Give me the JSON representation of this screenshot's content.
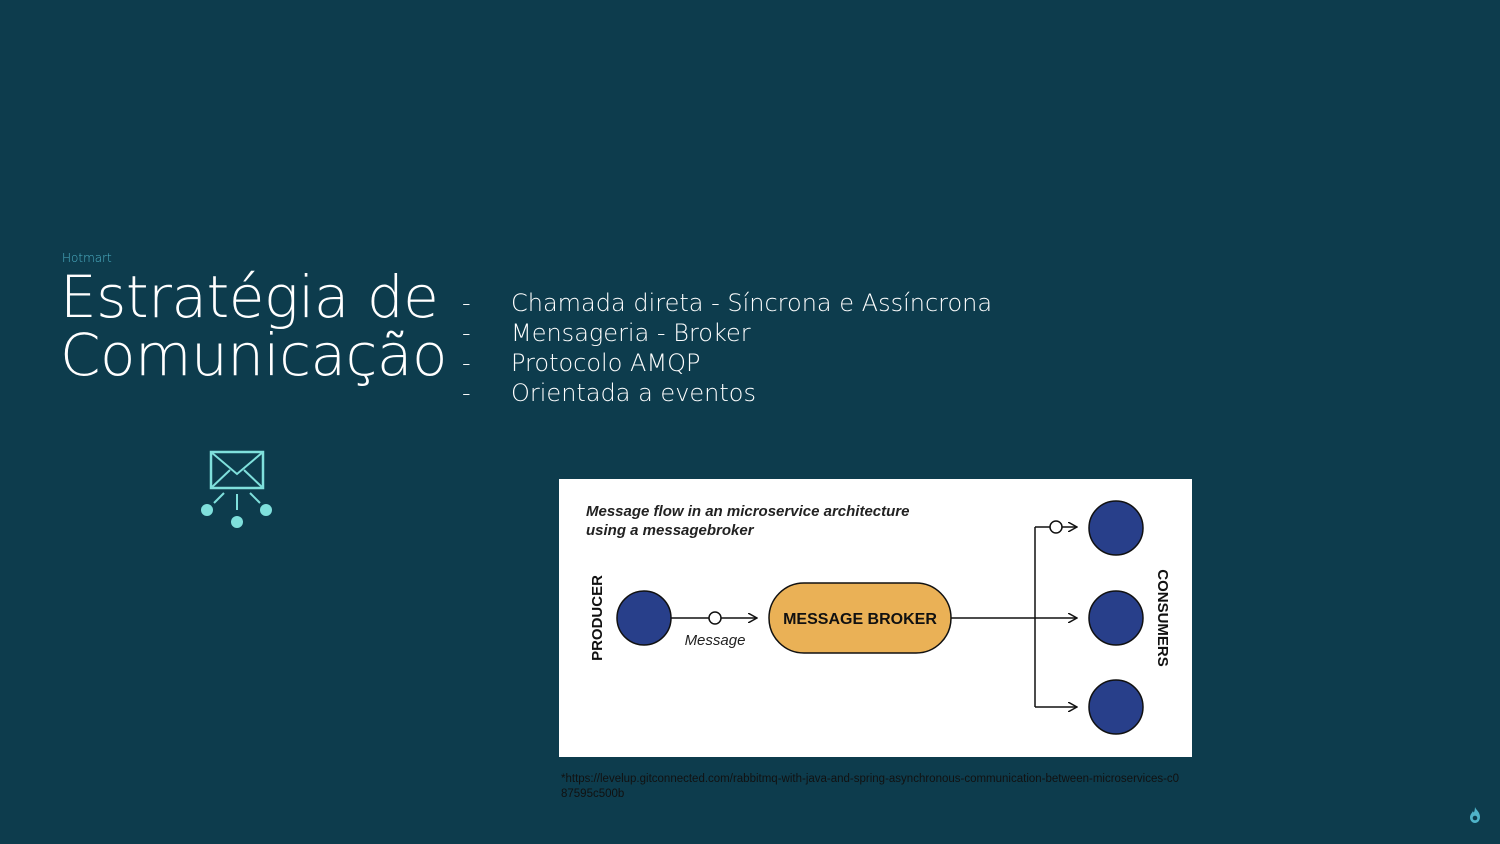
{
  "slide": {
    "brand": "Hotmart",
    "title_line1": "Estratégia de",
    "title_line2": "Comunicação",
    "bullets": [
      {
        "dash": "-",
        "text": "Chamada direta - Síncrona e Assíncrona"
      },
      {
        "dash": "-",
        "text": "Mensageria - Broker"
      },
      {
        "dash": "-",
        "text": "Protocolo AMQP"
      },
      {
        "dash": "-",
        "text": "Orientada a eventos"
      }
    ],
    "source": "*https://levelup.gitconnected.com/rabbitmq-with-java-and-spring-asynchronous-communication-between-microservices-c087595c500b"
  },
  "diagram": {
    "title_line1": "Message flow in an microservice architecture",
    "title_line2": "using a messagebroker",
    "producer_label": "PRODUCER",
    "consumers_label": "CONSUMERS",
    "broker_label": "MESSAGE BROKER",
    "message_label": "Message"
  },
  "colors": {
    "background": "#0d3c4d",
    "accent": "#4fb3c8",
    "icon": "#7fe0dc",
    "node": "#283f8a",
    "broker": "#eab156"
  },
  "icons": {
    "mail": "mail-network-icon",
    "logo": "hotmart-flame-icon"
  }
}
